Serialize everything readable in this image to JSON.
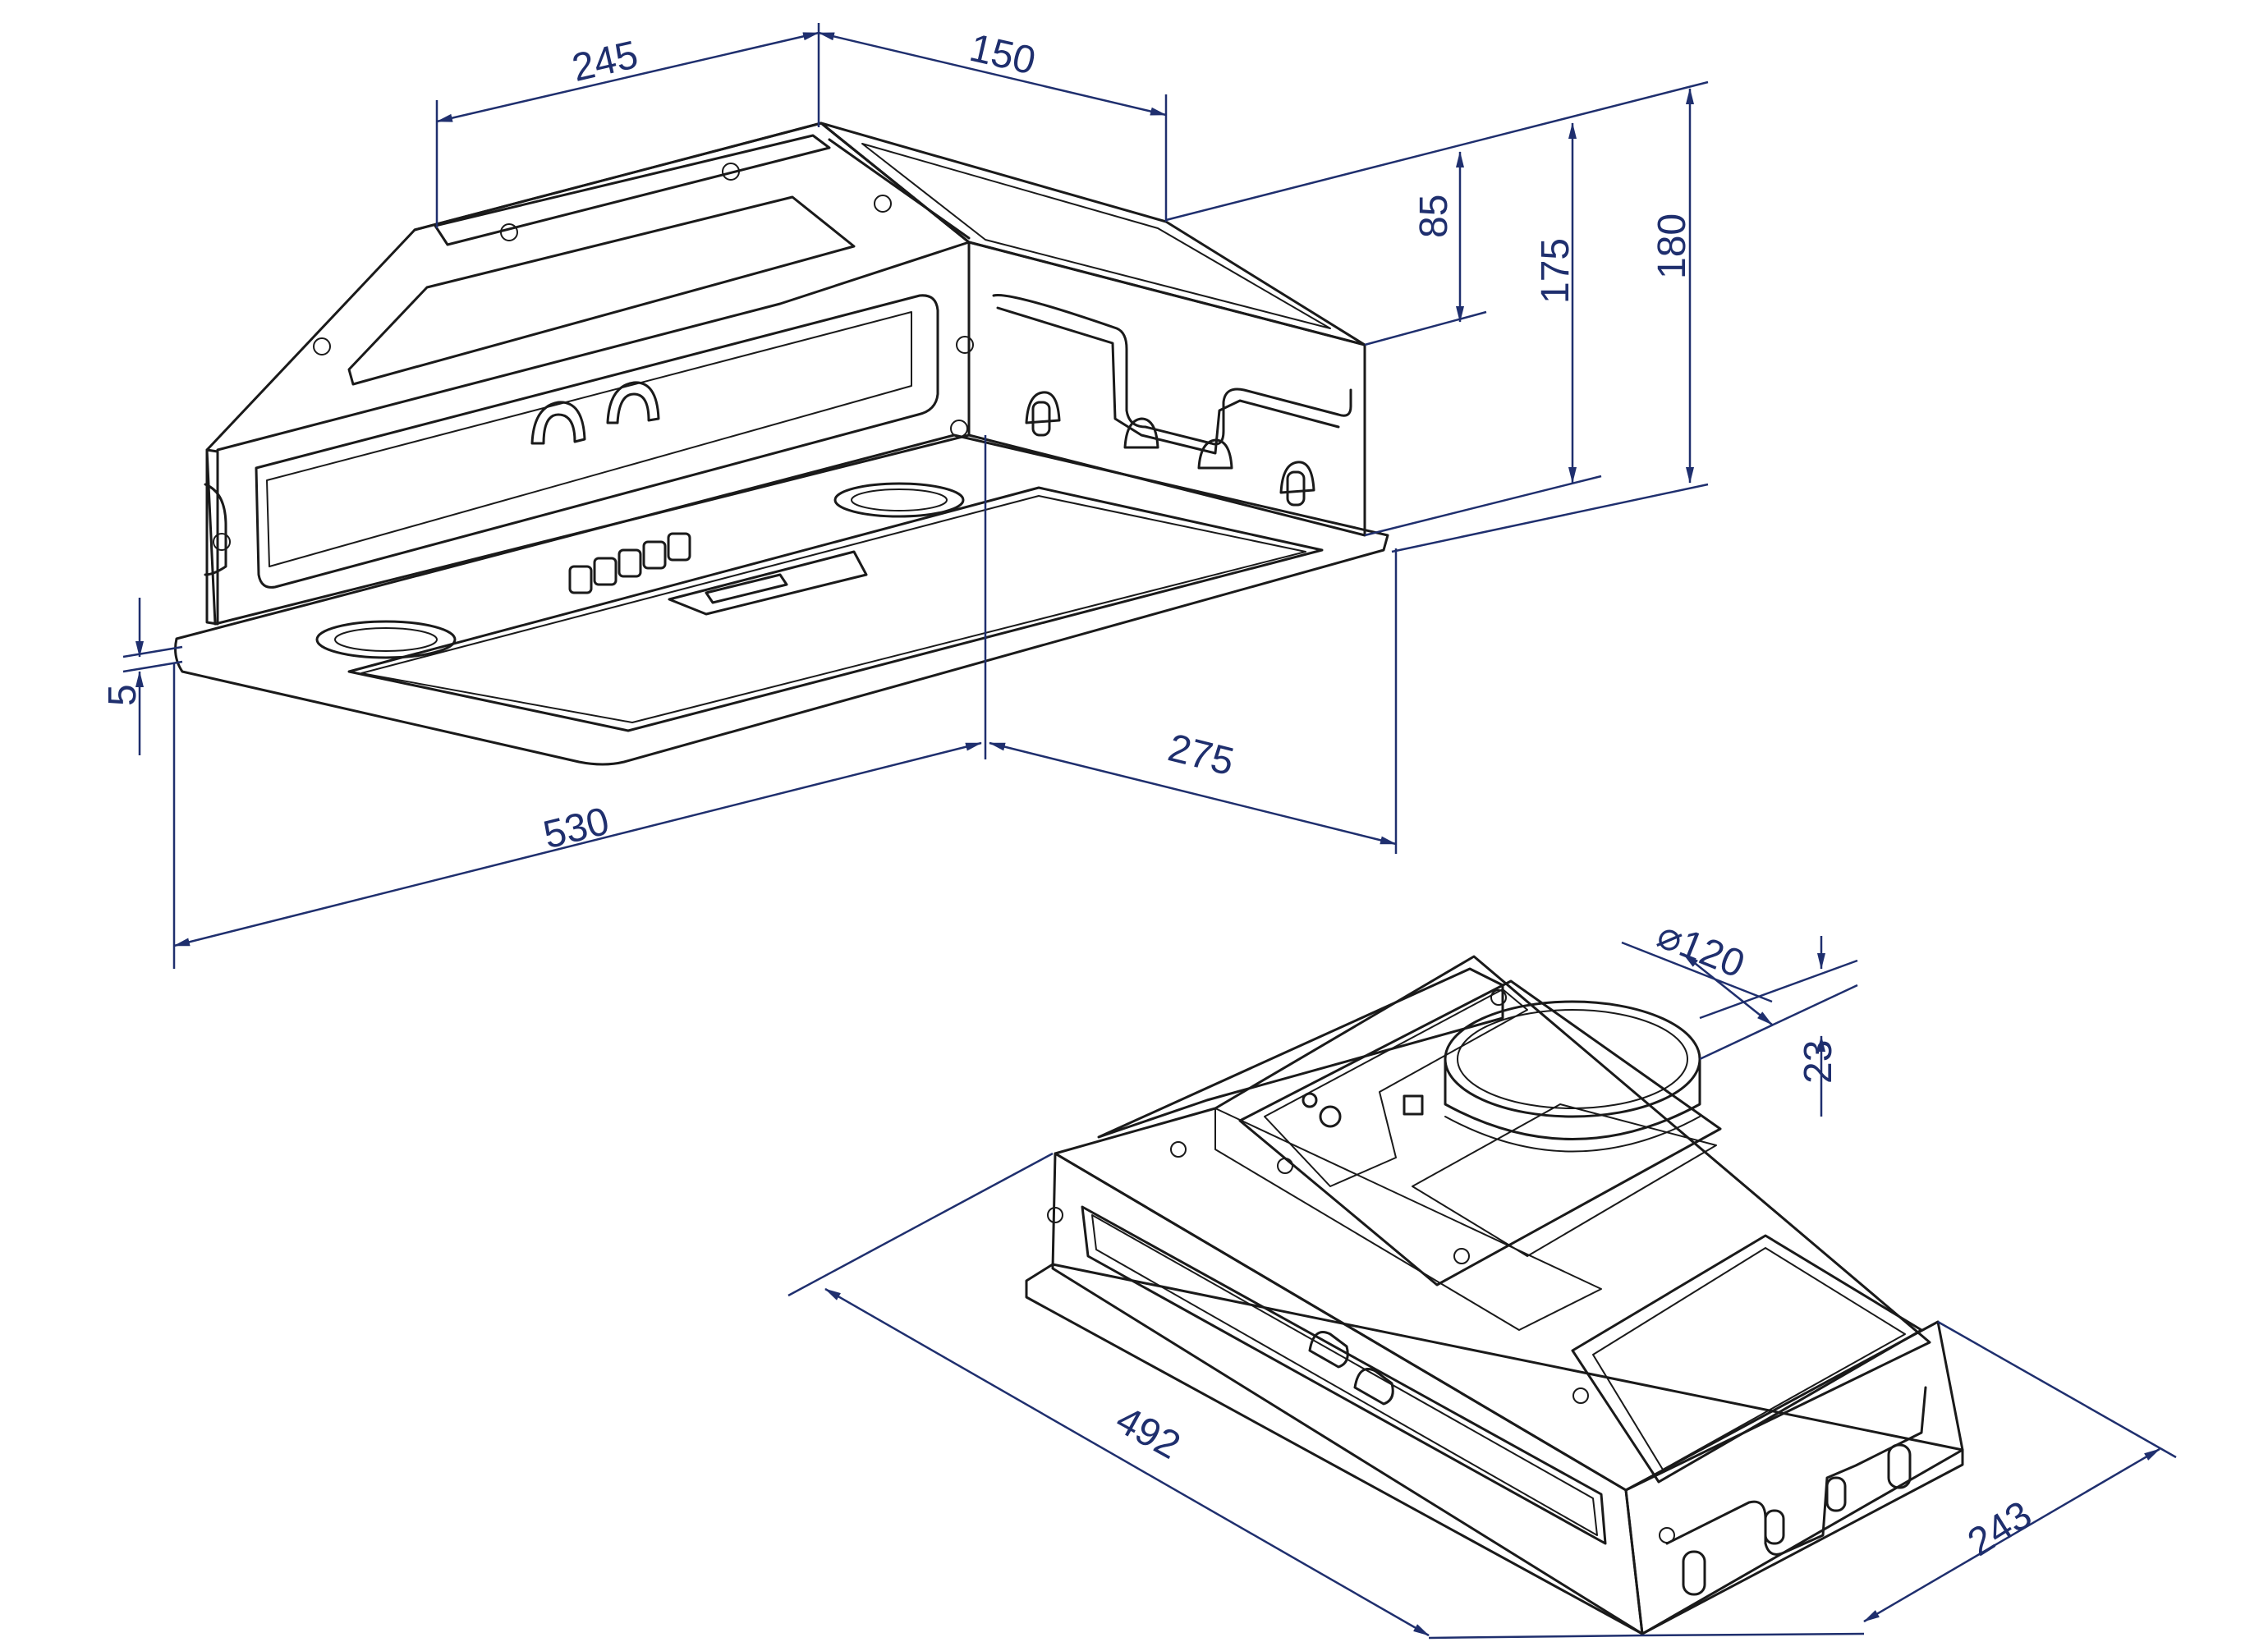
{
  "colors": {
    "outline": "#1a1a1a",
    "dimension": "#1f2f6e",
    "background": "#ffffff"
  },
  "views": [
    {
      "name": "top-view",
      "label": "Built-in cooker hood, front-bottom isometric view"
    },
    {
      "name": "bottom-view",
      "label": "Built-in cooker hood, top-rear isometric view"
    }
  ],
  "dimensions": {
    "top_width_left": "245",
    "top_width_right": "150",
    "height_85": "85",
    "height_175": "175",
    "height_180": "180",
    "flange_5": "5",
    "length_530": "530",
    "depth_275": "275",
    "duct_diameter": "⌀120",
    "duct_height": "23",
    "body_length": "492",
    "body_depth": "243"
  }
}
